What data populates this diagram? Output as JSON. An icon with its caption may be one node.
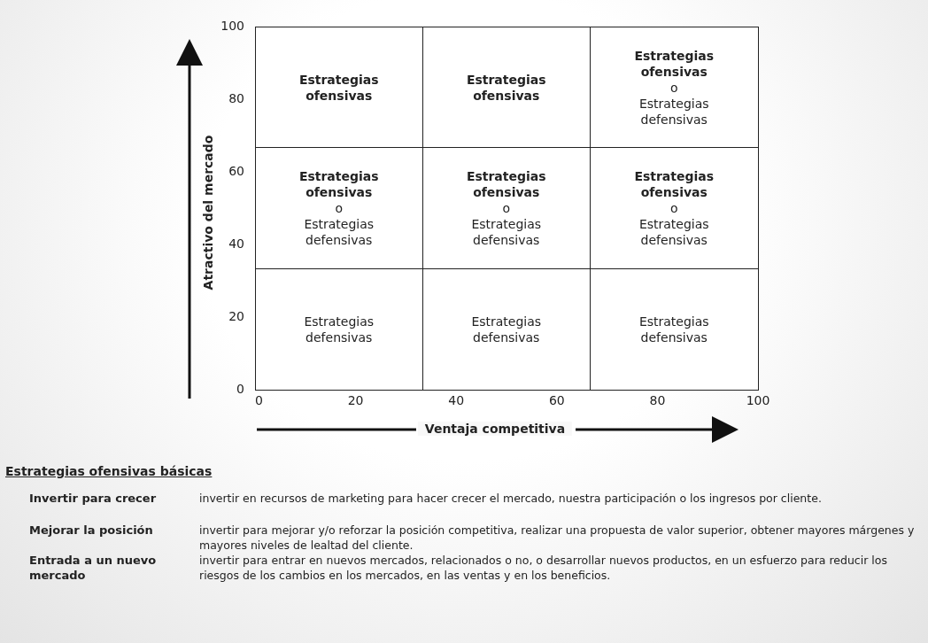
{
  "diagram": {
    "nodes": [
      {
        "text": [
          "Estrategias ofensivas"
        ]
      },
      {
        "text": [
          "Estrategias ofensivas"
        ]
      },
      {
        "text": [
          "Estrategias ofensivas",
          "o",
          "Estrategias defensivas"
        ]
      },
      {
        "text": [
          "Estrategias ofensivas",
          "o",
          "Estrategias defensivas"
        ]
      },
      {
        "text": [
          "Estrategias ofensivas",
          "o",
          "Estrategias defensivas"
        ]
      },
      {
        "text": [
          "Estrategias ofensivas",
          "o",
          "Estrategias defensivas"
        ]
      },
      {
        "text": [
          "Estrategias defensivas"
        ]
      },
      {
        "text": [
          "Estrategias defensivas"
        ]
      },
      {
        "text": [
          "Estrategias defensivas"
        ]
      }
    ],
    "labels": [
      "100",
      "80",
      "60",
      "40",
      "20",
      "0",
      "Atractivo del mercado",
      "0",
      "20",
      "40",
      "60",
      "80",
      "100",
      "Ventaja competitiva",
      "Estrategias ofensivas básicas",
      "Invertir para crecer",
      "invertir en recursos de marketing para hacer crecer el mercado, nuestra participación o los ingresos por cliente.",
      "Mejorar la posición",
      "invertir para mejorar y/o reforzar la posición competitiva, realizar una propuesta de valor superior, obtener mayores márgenes y mayores niveles de lealtad del cliente.",
      "Entrada a un nuevo mercado",
      "invertir para entrar en nuevos mercados, relacionados o no, o desarrollar nuevos productos, en un esfuerzo para reducir los riesgos de los cambios en los mercados, en las ventas y en los beneficios."
    ]
  }
}
